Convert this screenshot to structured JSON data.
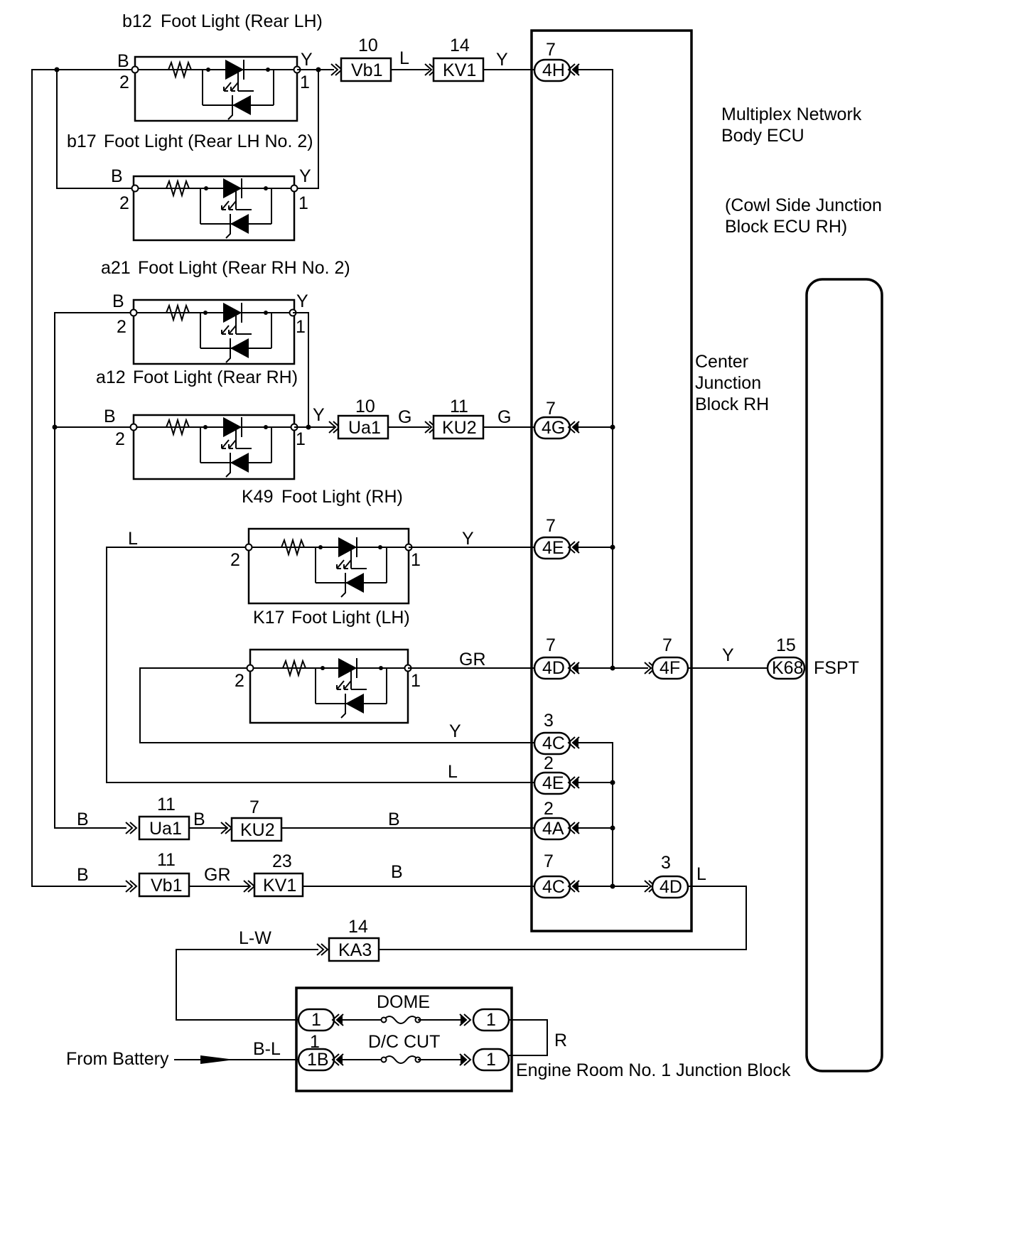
{
  "components": {
    "b12": {
      "code": "b12",
      "name": "Foot Light (Rear LH)",
      "pin_b": "2",
      "pin_y": "1",
      "wire_b": "B",
      "wire_y": "Y"
    },
    "b17": {
      "code": "b17",
      "name": "Foot Light (Rear LH No. 2)",
      "pin_b": "2",
      "pin_y": "1",
      "wire_b": "B",
      "wire_y": "Y"
    },
    "a21": {
      "code": "a21",
      "name": "Foot Light (Rear RH No. 2)",
      "pin_b": "2",
      "pin_y": "1",
      "wire_b": "B",
      "wire_y": "Y"
    },
    "a12": {
      "code": "a12",
      "name": "Foot Light (Rear RH)",
      "pin_b": "2",
      "pin_y": "1",
      "wire_b": "B",
      "wire_y": "Y"
    },
    "k49": {
      "code": "K49",
      "name": "Foot Light (RH)",
      "pin_l": "2",
      "pin_r": "1",
      "wire_l": "L"
    },
    "k17": {
      "code": "K17",
      "name": "Foot Light (LH)",
      "pin_l": "2",
      "pin_r": "1"
    }
  },
  "ecu": {
    "line1": "Multiplex Network",
    "line2": "Body ECU",
    "line3": "(Cowl Side Junction",
    "line4": "Block ECU RH)"
  },
  "cjb": {
    "line1": "Center",
    "line2": "Junction",
    "line3": "Block RH"
  },
  "connectors": {
    "vb1_top": {
      "pin": "10",
      "name": "Vb1"
    },
    "kv1_top": {
      "pin": "14",
      "name": "KV1"
    },
    "ua1_top": {
      "pin": "10",
      "name": "Ua1"
    },
    "ku2_top": {
      "pin": "11",
      "name": "KU2"
    },
    "ua1_bot": {
      "pin": "11",
      "name": "Ua1"
    },
    "ku2_bot": {
      "pin": "7",
      "name": "KU2"
    },
    "vb1_bot": {
      "pin": "11",
      "name": "Vb1"
    },
    "kv1_bot": {
      "pin": "23",
      "name": "KV1"
    },
    "ka3": {
      "pin": "14",
      "name": "KA3"
    },
    "k68": {
      "pin": "15",
      "name": "K68"
    }
  },
  "junctions": {
    "j4h": {
      "pin": "7",
      "name": "4H"
    },
    "j4g": {
      "pin": "7",
      "name": "4G"
    },
    "j4e1": {
      "pin": "7",
      "name": "4E"
    },
    "j4d1": {
      "pin": "7",
      "name": "4D"
    },
    "j4f": {
      "pin": "7",
      "name": "4F"
    },
    "j4c1": {
      "pin": "3",
      "name": "4C"
    },
    "j4e2": {
      "pin": "2",
      "name": "4E"
    },
    "j4a": {
      "pin": "2",
      "name": "4A"
    },
    "j4c2": {
      "pin": "7",
      "name": "4C"
    },
    "j4d2": {
      "pin": "3",
      "name": "4D"
    }
  },
  "wires": {
    "L": "L",
    "Y": "Y",
    "G": "G",
    "GR": "GR",
    "B": "B",
    "LW": "L-W",
    "BL": "B-L",
    "R": "R"
  },
  "fspt": "FSPT",
  "engine_room": {
    "title": "Engine Room No. 1 Junction Block",
    "fuse1": "DOME",
    "fuse2": "D/C CUT",
    "pin_1": "1",
    "pin_1b": "1B",
    "pin_1b_num": "1"
  },
  "from_battery": "From Battery"
}
